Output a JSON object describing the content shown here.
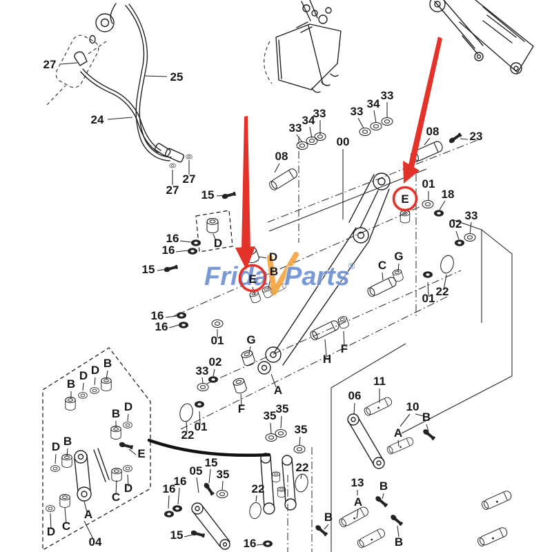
{
  "meta": {
    "alt": "Excavator front bucket linkage exploded parts diagram with FridayParts watermark"
  },
  "watermark": {
    "left": "Frida",
    "right": "Parts",
    "reg": "®"
  },
  "colors": {
    "red": "#e2322a",
    "blue": "#6b8dd2",
    "orange": "#f2a43c",
    "ink": "#1f1f1f"
  },
  "labels": {
    "h27a": "27",
    "h25": "25",
    "h24": "24",
    "h27b": "27",
    "h27c": "27",
    "w33a": "33",
    "w34a": "34",
    "w33b": "33",
    "w33c": "33",
    "w34b": "34",
    "w33d": "33",
    "p08L": "08",
    "n00": "00",
    "p08R": "08",
    "n23": "23",
    "eR": "E",
    "eC": "E",
    "n01R": "01",
    "n18": "18",
    "n02R": "02",
    "n33R": "33",
    "n15a": "15",
    "dBox": "D",
    "dMid": "D",
    "bMid": "B",
    "n16a": "16",
    "n16b": "16",
    "n15b": "15",
    "n16c": "16",
    "n16d": "16",
    "n01L": "01",
    "gL": "G",
    "n02L": "02",
    "n33L": "33",
    "n22L": "22",
    "n01L2": "01",
    "fL": "F",
    "aL": "A",
    "n35a": "35",
    "n35b": "35",
    "n35c": "35",
    "cR": "C",
    "gR": "G",
    "n01R2": "01",
    "n22R": "22",
    "hR": "H",
    "fR": "F",
    "bB1": "B",
    "bD1": "D",
    "bD2": "D",
    "bB2": "B",
    "bB3": "B",
    "bD3": "D",
    "bD4": "D",
    "bB4": "B",
    "bE": "E",
    "bC1": "C",
    "bD5": "D",
    "bA": "A",
    "bC2": "C",
    "bD6": "D",
    "n04": "04",
    "n15c": "15",
    "n05": "05",
    "n35d": "35",
    "n16e": "16",
    "n16f": "16",
    "n22c": "22",
    "n22d": "22",
    "n15d": "15",
    "n16g": "16",
    "n11": "11",
    "n06": "06",
    "n10": "10",
    "bRA1": "A",
    "bRB1": "B",
    "n13": "13",
    "bRA2": "A",
    "bRB2": "B",
    "bRB3": "B",
    "bRB4": "B"
  }
}
